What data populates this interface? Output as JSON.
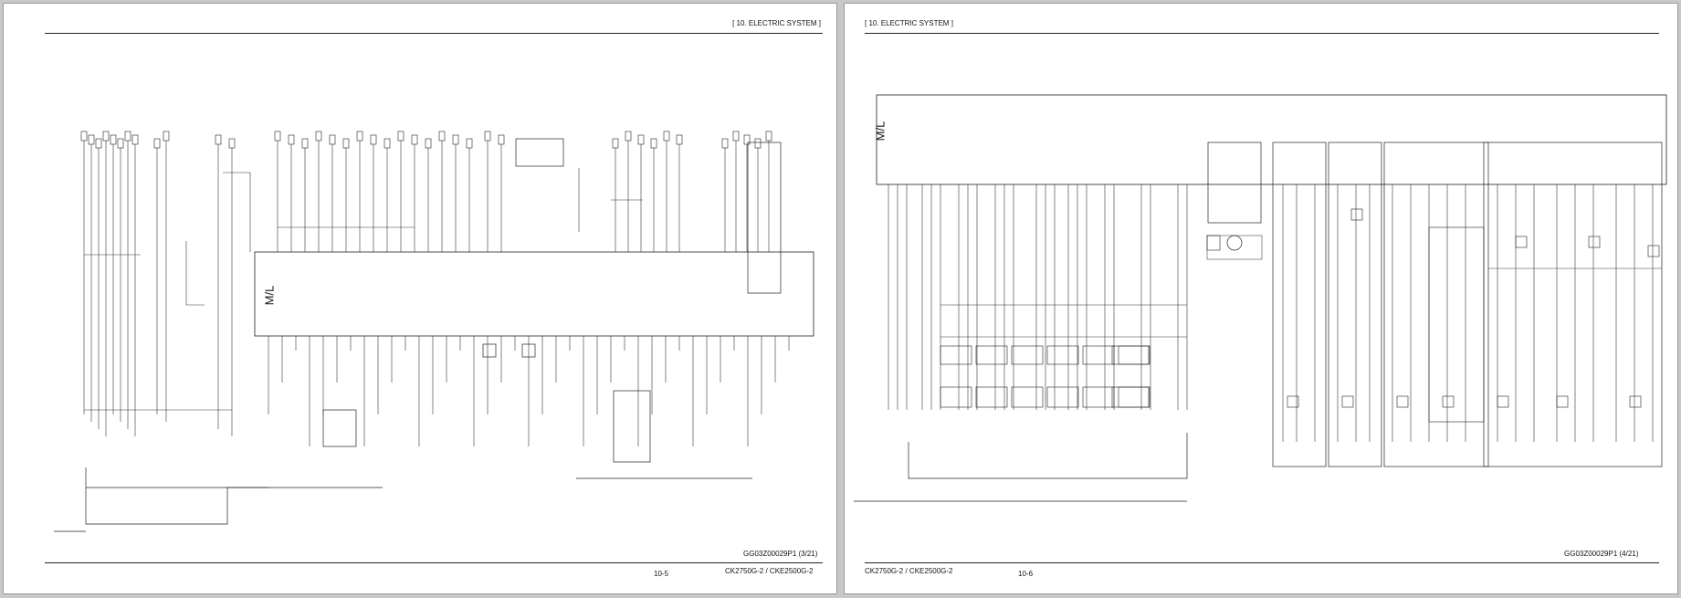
{
  "left_page": {
    "section_header": "[ 10. ELECTRIC SYSTEM ]",
    "ml_label": "M/L",
    "doc_code": "GG03Z00029P1 (3/21)",
    "page_number": "10-5",
    "model": "CK2750G-2 / CKE2500G-2"
  },
  "right_page": {
    "section_header": "[ 10. ELECTRIC SYSTEM ]",
    "ml_label": "M/L",
    "doc_code": "GG03Z00029P1 (4/21)",
    "page_number": "10-6",
    "model": "CK2750G-2 / CKE2500G-2"
  }
}
